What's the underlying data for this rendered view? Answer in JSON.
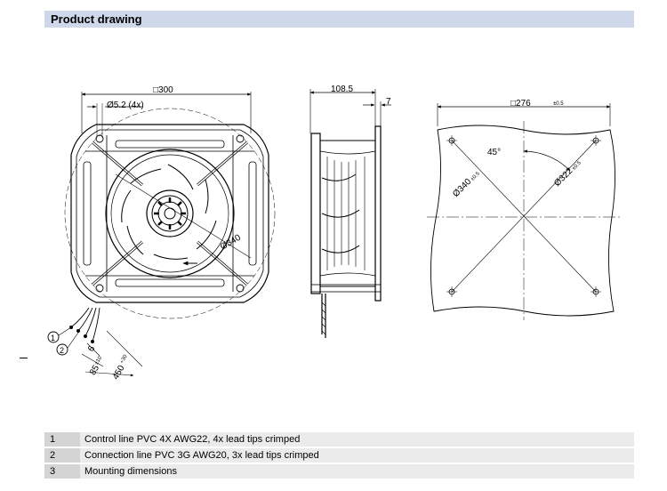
{
  "header": {
    "title": "Product drawing"
  },
  "drawing": {
    "front_view": {
      "dim_width": "□300",
      "dim_holes": "Ø5.2 (4x)",
      "dim_impeller": "Ø340",
      "callout_1": "1",
      "callout_2": "2",
      "dim_6": "6",
      "dim_85": "85",
      "tol_85": "±10",
      "dim_450": "450",
      "tol_450": "+30"
    },
    "side_view": {
      "dim_depth": "108.5",
      "dim_flange": "7"
    },
    "mounting_view": {
      "dim_square": "□276",
      "tol_square": "±0.5",
      "dim_angle": "45°",
      "dim_340": "Ø340",
      "tol_340": "±0.5",
      "dim_322": "Ø322",
      "tol_322": "±0.5"
    }
  },
  "legend": {
    "rows": [
      {
        "num": "1",
        "desc": "Control line PVC 4X AWG22, 4x lead tips crimped"
      },
      {
        "num": "2",
        "desc": "Connection line PVC 3G AWG20, 3x lead tips crimped"
      },
      {
        "num": "3",
        "desc": "Mounting dimensions"
      }
    ]
  }
}
